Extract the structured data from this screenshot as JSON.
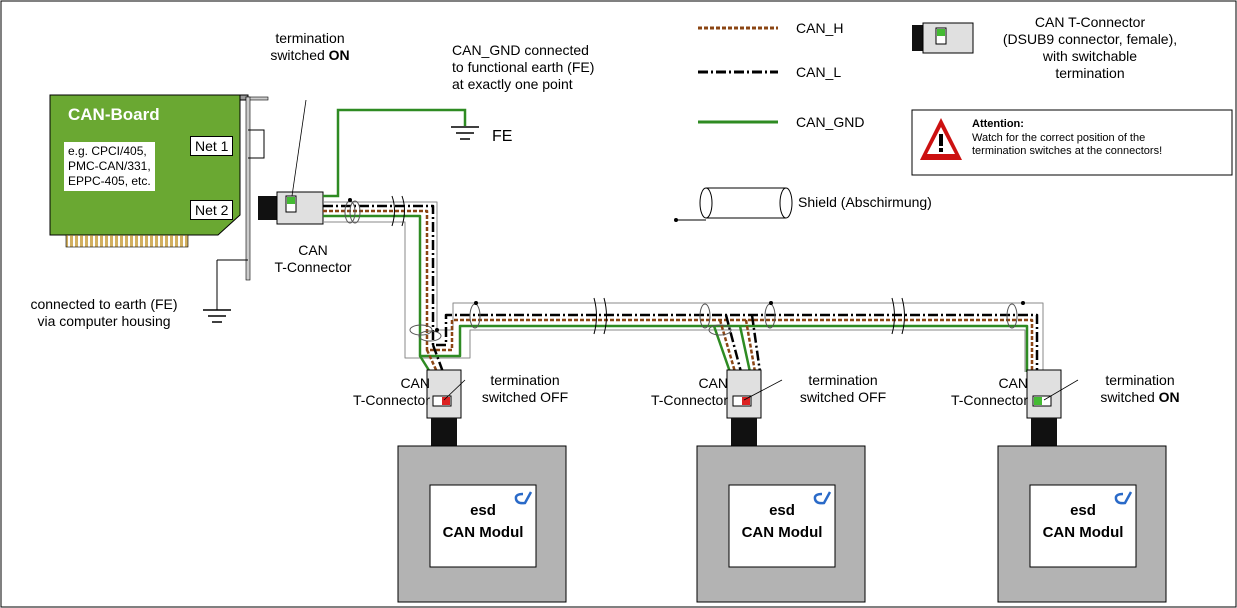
{
  "board": {
    "title": "CAN-Board",
    "examples": [
      "e.g. CPCI/405,",
      "PMC-CAN/331,",
      "EPPC-405, etc."
    ],
    "net1": "Net 1",
    "net2": "Net 2",
    "earth_note": [
      "connected to earth (FE)",
      "via computer housing"
    ]
  },
  "tconnector_top": {
    "label": [
      "CAN",
      "T-Connector"
    ],
    "termination": [
      "termination",
      "switched "
    ],
    "termination_state": "ON"
  },
  "can_gnd_note": [
    "CAN_GND connected",
    "to functional earth (FE)",
    "at exactly one point"
  ],
  "fe_label": "FE",
  "legend": {
    "can_h": "CAN_H",
    "can_l": "CAN_L",
    "can_gnd": "CAN_GND",
    "connector_desc": [
      "CAN T-Connector",
      "(DSUB9 connector, female),",
      "with switchable",
      "termination"
    ],
    "shield": "Shield (Abschirmung)"
  },
  "attention": {
    "title": "Attention:",
    "text": [
      "Watch for the correct position of the",
      "termination switches at the connectors!"
    ]
  },
  "nodes": [
    {
      "connector": [
        "CAN",
        "T-Connector"
      ],
      "termination": [
        "termination",
        "switched OFF"
      ],
      "module": [
        "esd",
        "CAN Modul"
      ]
    },
    {
      "connector": [
        "CAN",
        "T-Connector"
      ],
      "termination": [
        "termination",
        "switched OFF"
      ],
      "module": [
        "esd",
        "CAN Modul"
      ]
    },
    {
      "connector": [
        "CAN",
        "T-Connector"
      ],
      "termination": [
        "termination",
        "switched "
      ],
      "termination_state": "ON",
      "module": [
        "esd",
        "CAN Modul"
      ]
    }
  ],
  "colors": {
    "board_green": "#6aa832",
    "can_h": "#8b4513",
    "can_gnd": "#2e8b22",
    "module_fill": "#b3b3b3",
    "switch_off": "#dd2222",
    "switch_on": "#44bb33",
    "warning_red": "#cc1111"
  }
}
